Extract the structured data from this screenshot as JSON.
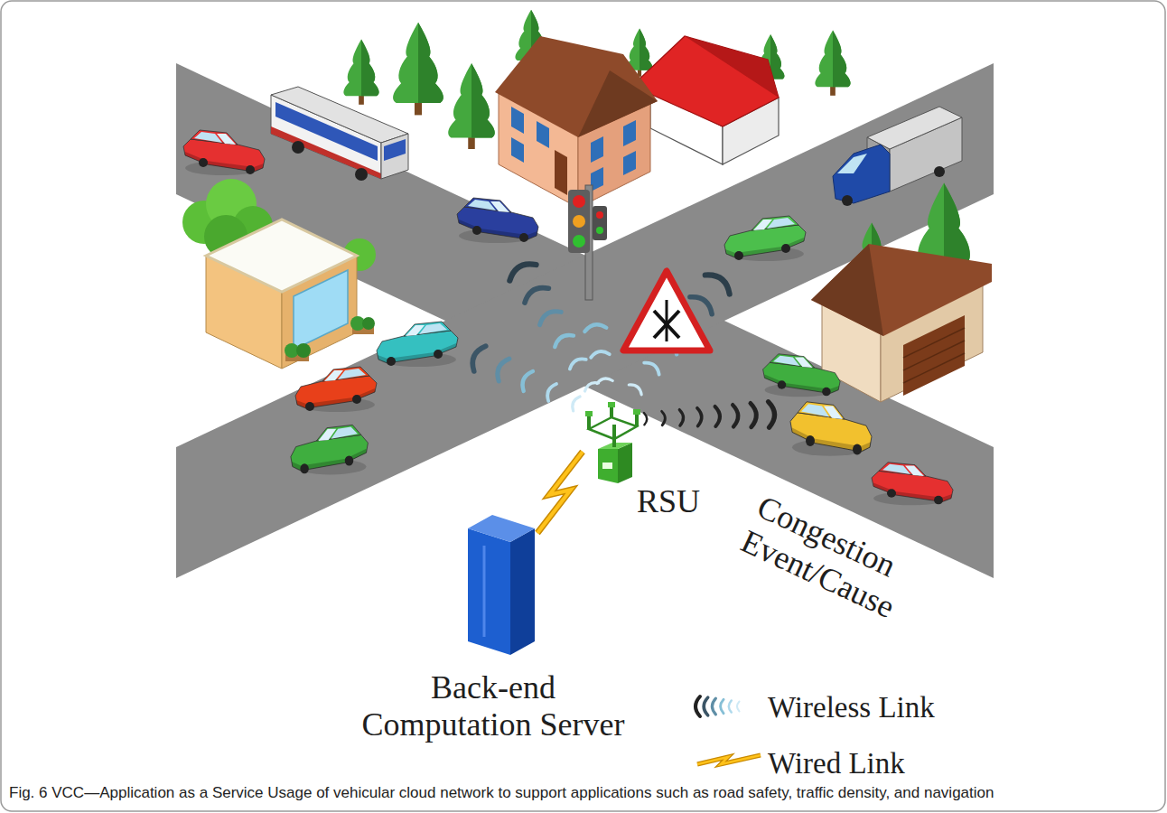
{
  "diagram": {
    "caption": "Fig. 6 VCC—Application as a Service Usage of vehicular cloud network to support applications such as road safety, traffic density, and navigation",
    "nodes": [
      {
        "text": [
          "RSU"
        ]
      },
      {
        "text": [
          "Back-end Computation Server"
        ]
      }
    ],
    "edges": [
      {
        "from": 1,
        "to": 0,
        "arrow": "none"
      }
    ],
    "labels": [
      "Congestion Event/Cause"
    ],
    "legend": [
      {
        "text": "Wireless Link"
      },
      {
        "text": "Wired Link"
      }
    ]
  }
}
